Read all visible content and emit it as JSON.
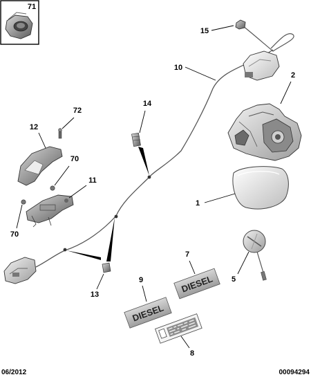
{
  "callouts": {
    "c71": "71",
    "c15": "15",
    "c10": "10",
    "c2": "2",
    "c72": "72",
    "c14": "14",
    "c12": "12",
    "c70a": "70",
    "c11": "11",
    "c1": "1",
    "c70b": "70",
    "c7": "7",
    "c9": "9",
    "c5": "5",
    "c13": "13",
    "c8": "8"
  },
  "labels": {
    "diesel_a": "DIESEL",
    "diesel_b": "DIESEL"
  },
  "footer": {
    "date": "06/2012",
    "reference": "00094294"
  }
}
